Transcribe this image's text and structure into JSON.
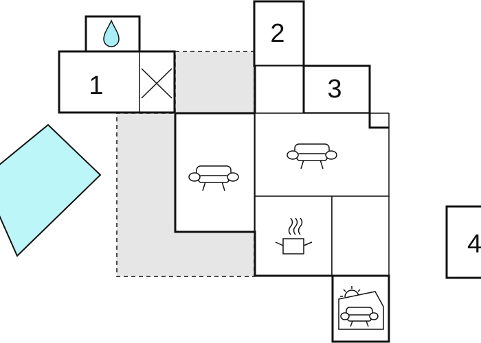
{
  "floorplan": {
    "rooms": [
      {
        "number": "1",
        "type": "bedroom"
      },
      {
        "number": "2",
        "type": "bedroom"
      },
      {
        "number": "3",
        "type": "bedroom"
      },
      {
        "number": "4",
        "type": "bedroom"
      }
    ],
    "areas": [
      {
        "type": "bathroom",
        "icon": "water-drop-icon"
      },
      {
        "type": "toilet",
        "icon": "toilet-cross-icon"
      },
      {
        "type": "terrace",
        "style": "dashed-gray"
      },
      {
        "type": "living-room",
        "icon": "sofa-icon"
      },
      {
        "type": "living-room",
        "icon": "sofa-icon"
      },
      {
        "type": "kitchen",
        "icon": "cooking-pot-icon"
      },
      {
        "type": "conservatory",
        "icon": "sun-sofa-icon"
      },
      {
        "type": "swimming-pool",
        "style": "light-blue"
      }
    ]
  },
  "colors": {
    "pool": "#bdf6f8",
    "terrace": "#e6e6e6",
    "wall": "#111111",
    "drop": "#a8eef4"
  }
}
